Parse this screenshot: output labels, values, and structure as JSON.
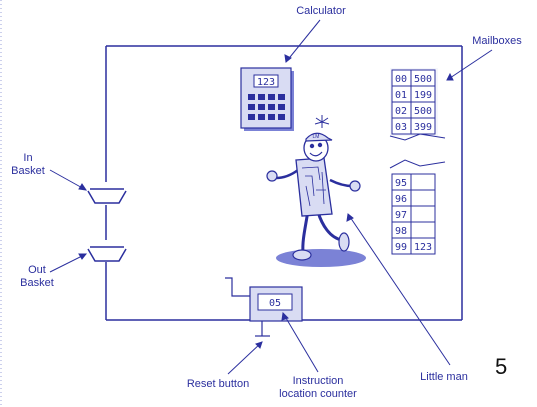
{
  "labels": {
    "calculator": "Calculator",
    "mailboxes": "Mailboxes",
    "in_basket_1": "In",
    "in_basket_2": "Basket",
    "out_basket_1": "Out",
    "out_basket_2": "Basket",
    "reset_button": "Reset button",
    "ilc_1": "Instruction",
    "ilc_2": "location counter",
    "little_man": "Little man"
  },
  "calculator_display": "123",
  "counter_display": "05",
  "cap_text": "LM",
  "mailboxes_top": [
    {
      "addr": "00",
      "val": "500"
    },
    {
      "addr": "01",
      "val": "199"
    },
    {
      "addr": "02",
      "val": "500"
    },
    {
      "addr": "03",
      "val": "399"
    }
  ],
  "mailboxes_bottom": [
    {
      "addr": "95",
      "val": ""
    },
    {
      "addr": "96",
      "val": ""
    },
    {
      "addr": "97",
      "val": ""
    },
    {
      "addr": "98",
      "val": ""
    },
    {
      "addr": "99",
      "val": "123"
    }
  ],
  "slide_number": "5",
  "colors": {
    "ink": "#2b2f9e",
    "fill": "#d9dcf3",
    "shadow": "#7b82d6"
  }
}
